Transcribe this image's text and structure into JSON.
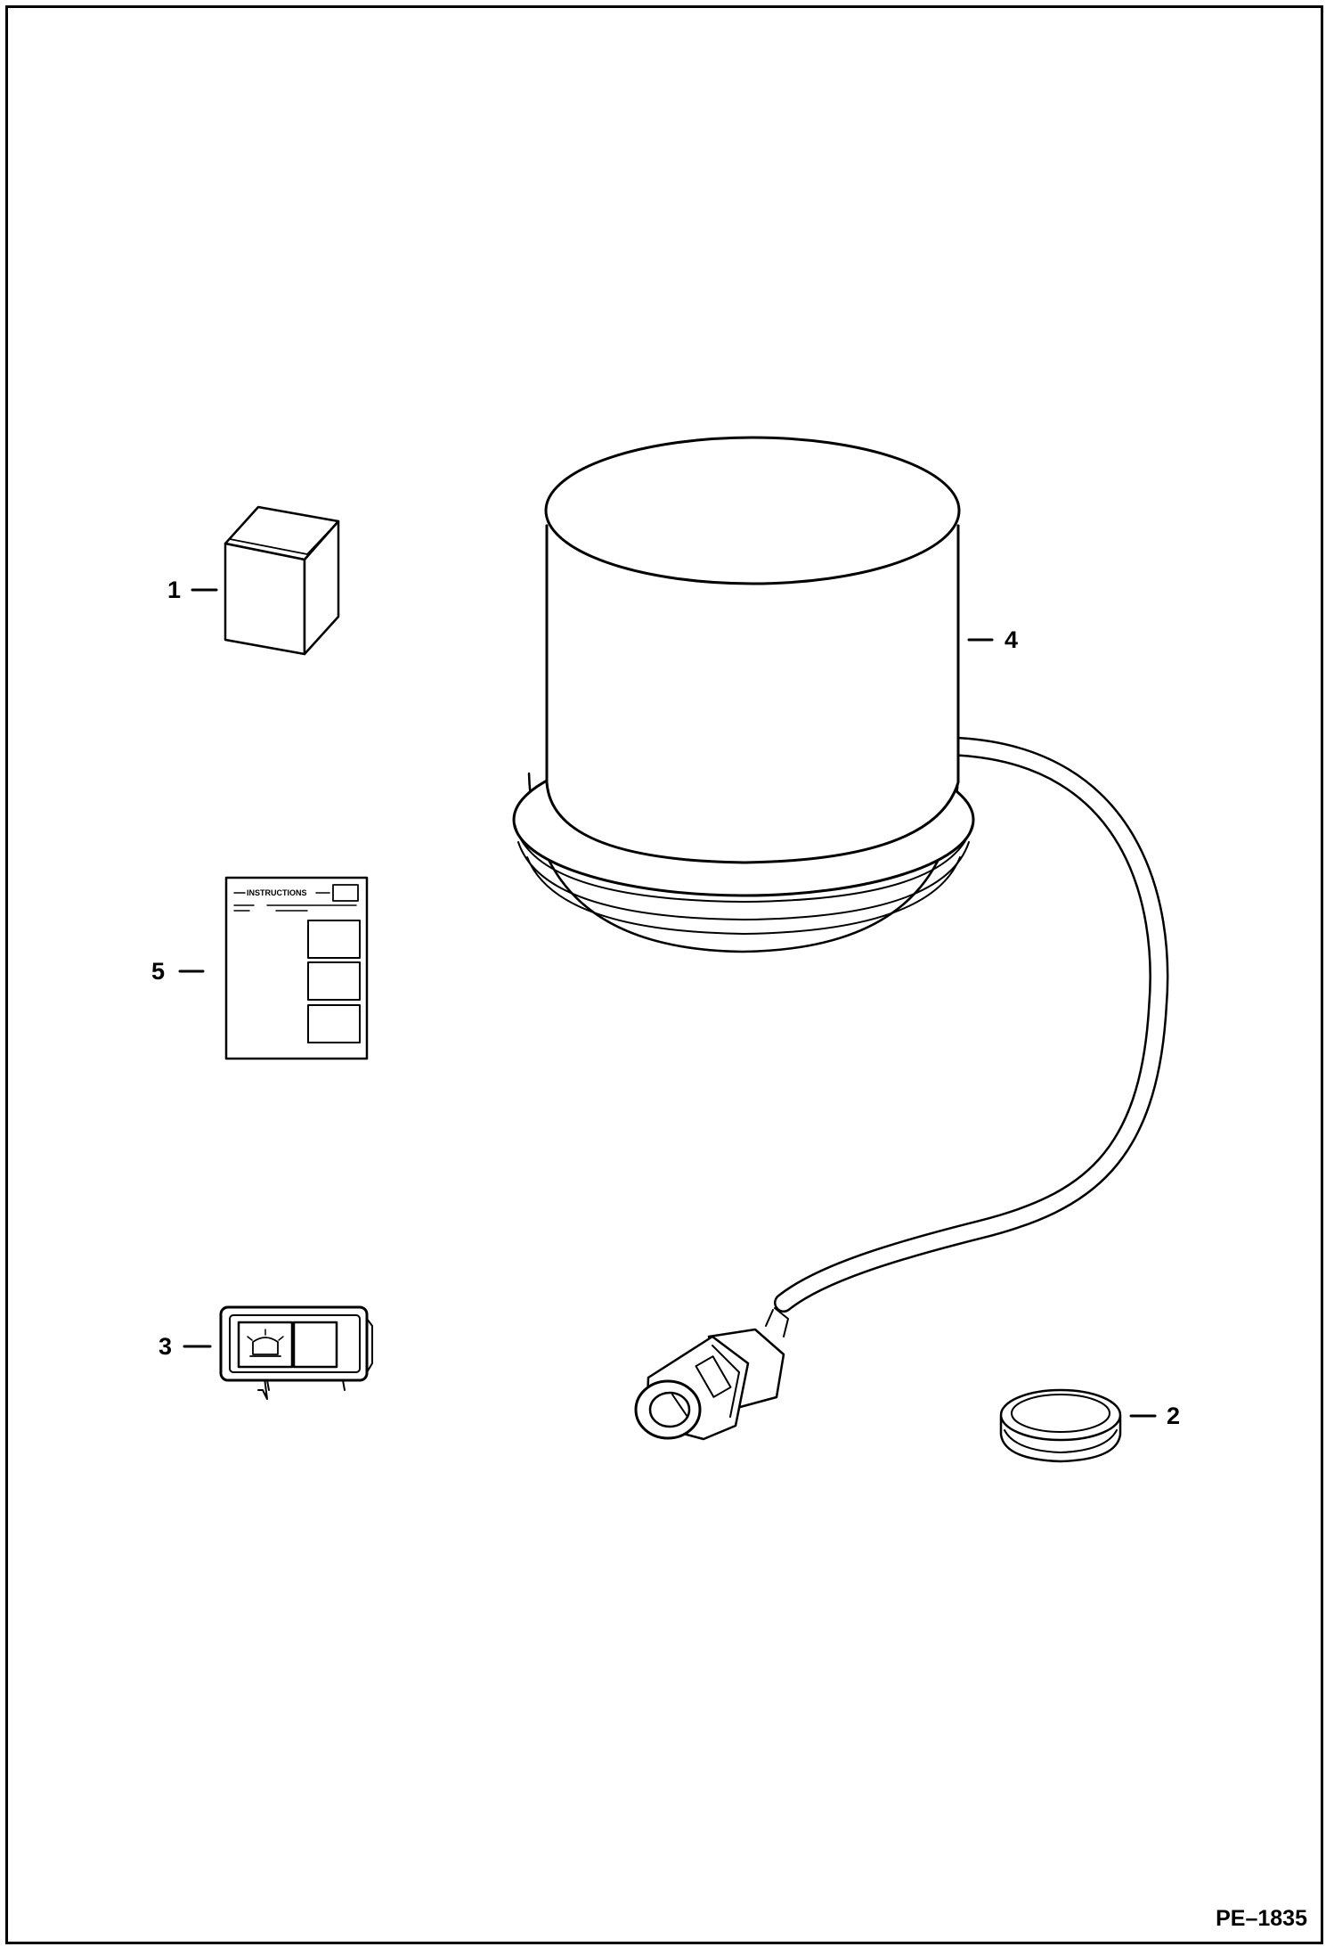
{
  "callouts": [
    {
      "id": "1",
      "label": "1"
    },
    {
      "id": "2",
      "label": "2"
    },
    {
      "id": "3",
      "label": "3"
    },
    {
      "id": "4",
      "label": "4"
    },
    {
      "id": "5",
      "label": "5"
    }
  ],
  "instructions_sheet": {
    "title": "INSTRUCTIONS"
  },
  "figure_ref": "PE–1835",
  "colors": {
    "line": "#000000",
    "background": "#ffffff"
  }
}
